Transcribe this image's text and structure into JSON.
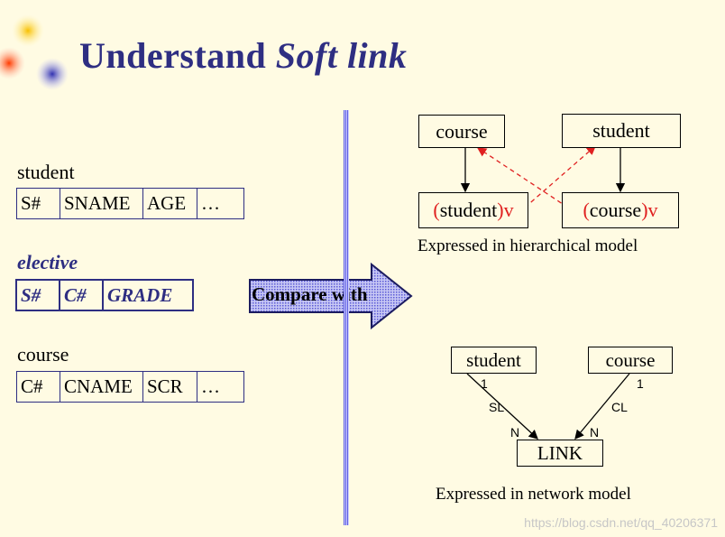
{
  "title": {
    "main": "Understand ",
    "italic": "Soft link"
  },
  "left": {
    "student_label": "student",
    "student_fields": [
      "S#",
      "SNAME",
      "AGE",
      "…"
    ],
    "elective_label": "elective",
    "elective_fields": [
      "S#",
      "C#",
      "GRADE"
    ],
    "course_label": "course",
    "course_fields": [
      "C#",
      "CNAME",
      "SCR",
      "…"
    ]
  },
  "compare_label": "Compare with",
  "hierarchical": {
    "course": "course",
    "student": "student",
    "student_v": {
      "open": "(",
      "text": "student",
      "close": ")",
      "v": "v"
    },
    "course_v": {
      "open": "(",
      "text": "course",
      "close": ")",
      "v": "v"
    },
    "caption": "Expressed in hierarchical model"
  },
  "network": {
    "student": "student",
    "course": "course",
    "link": "LINK",
    "left_one": "1",
    "right_one": "1",
    "sl": "SL",
    "cl": "CL",
    "left_n": "N",
    "right_n": "N",
    "caption": "Expressed in network model"
  },
  "watermark": "https://blog.csdn.net/qq_40206371",
  "colors": {
    "title": "#2e2e82",
    "accent_red": "#e02020",
    "background": "#fffbe3"
  }
}
